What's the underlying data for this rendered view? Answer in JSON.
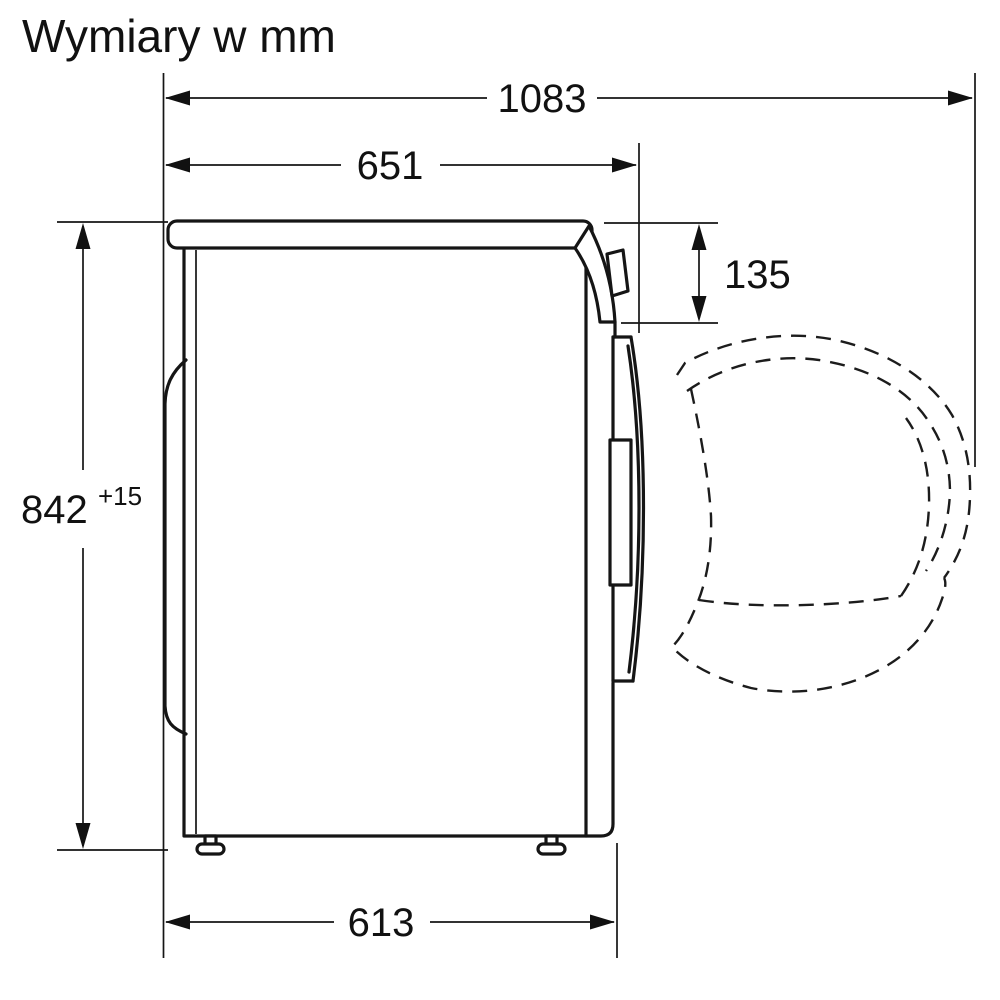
{
  "title": "Wymiary w mm",
  "dimensions": {
    "total_depth_door_open": "1083",
    "depth_including_door": "651",
    "top_to_door_top": "135",
    "height": "842",
    "height_tolerance": "+15",
    "body_depth": "613"
  }
}
